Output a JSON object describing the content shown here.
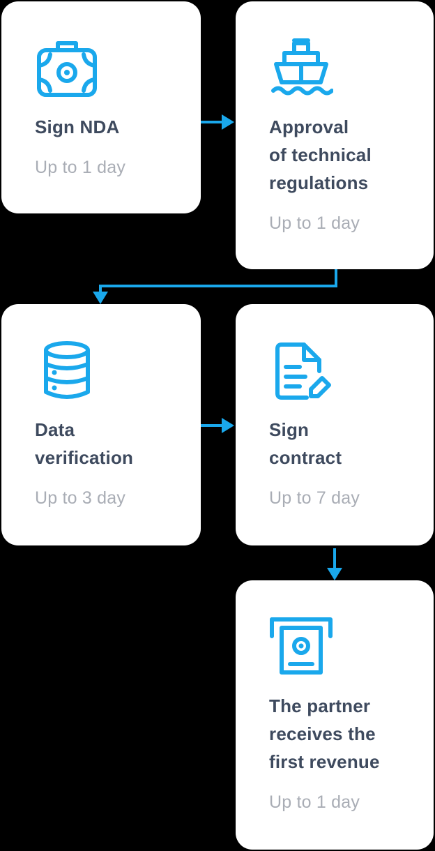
{
  "accent_color": "#1aa8ec",
  "steps": [
    {
      "icon": "briefcase-icon",
      "title_lines": [
        "Sign NDA"
      ],
      "duration": "Up to 1 day"
    },
    {
      "icon": "ship-icon",
      "title_lines": [
        "Approval",
        "of technical",
        "regulations"
      ],
      "duration": "Up to 1 day"
    },
    {
      "icon": "database-icon",
      "title_lines": [
        "Data",
        "verification"
      ],
      "duration": "Up to 3 day"
    },
    {
      "icon": "document-edit-icon",
      "title_lines": [
        "Sign",
        "contract"
      ],
      "duration": "Up to 7 day"
    },
    {
      "icon": "cash-withdrawal-icon",
      "title_lines": [
        "The partner",
        "receives the",
        "first revenue"
      ],
      "duration": "Up to 1 day"
    }
  ]
}
